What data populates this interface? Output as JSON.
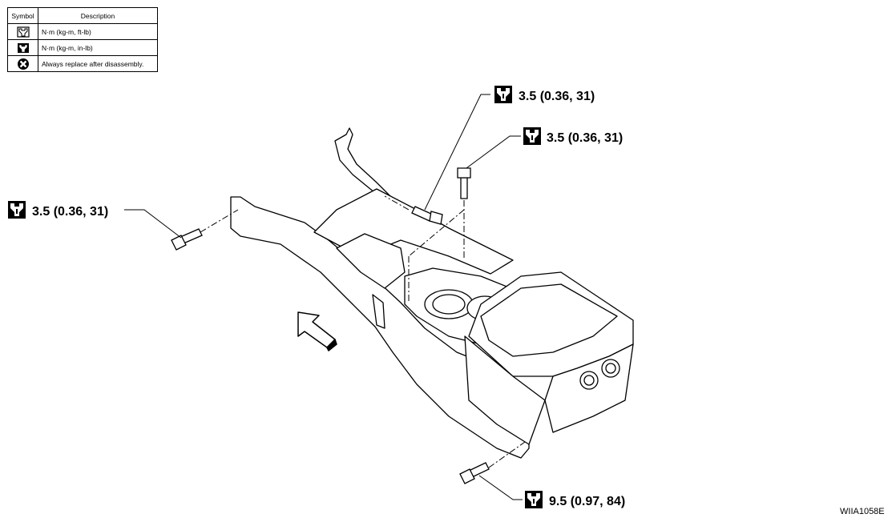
{
  "legend": {
    "header_symbol": "Symbol",
    "header_description": "Description",
    "rows": [
      {
        "icon": "torque-ft-lb-icon",
        "description": "N·m (kg-m, ft-lb)"
      },
      {
        "icon": "torque-in-lb-icon",
        "description": "N·m (kg-m, in-lb)"
      },
      {
        "icon": "replace-icon",
        "description": "Always replace after disassembly."
      }
    ]
  },
  "torque_labels": {
    "left": "3.5 (0.36, 31)",
    "top_center": "3.5 (0.36, 31)",
    "top_right": "3.5 (0.36, 31)",
    "bottom": "9.5 (0.97, 84)"
  },
  "figure_code": "WIIA1058E"
}
